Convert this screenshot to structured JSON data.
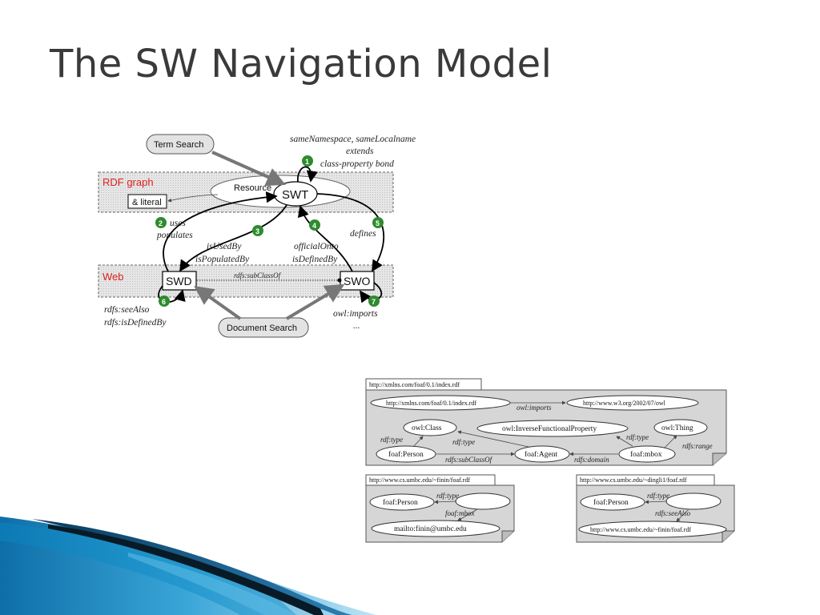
{
  "slide": {
    "title": "The SW Navigation Model"
  },
  "nav_model": {
    "term_search": "Term Search",
    "document_search": "Document Search",
    "rdf_graph_label": "RDF graph",
    "web_label": "Web",
    "literal_label": "& literal",
    "resource_label": "Resource",
    "swt": "SWT",
    "swd": "SWD",
    "swo": "SWO",
    "subclassof": "rdfs:subClassOf",
    "ellipsis": "...",
    "edges": {
      "e1": {
        "num": "1",
        "lines": [
          "sameNamespace, sameLocalname",
          "extends",
          "class-property bond"
        ]
      },
      "e2": {
        "num": "2",
        "lines": [
          "uses",
          "populates"
        ]
      },
      "e3": {
        "num": "3",
        "lines": [
          "isUsedBy",
          "isPopulatedBy"
        ]
      },
      "e4": {
        "num": "4",
        "lines": [
          "officialOnto",
          "isDefinedBy"
        ]
      },
      "e5": {
        "num": "5",
        "lines": [
          "defines"
        ]
      },
      "e6": {
        "num": "6",
        "lines": [
          "rdfs:seeAlso",
          "rdfs:isDefinedBy"
        ]
      },
      "e7": {
        "num": "7",
        "lines": [
          "owl:imports"
        ]
      }
    }
  },
  "foaf_index": {
    "tab": "http://xmlns.com/foaf/0.1/index.rdf",
    "node_index": "http://xmlns.com/foaf/0.1/index.rdf",
    "node_owl": "http://www.w3.org/2002/07/owl",
    "owl_imports": "owl:imports",
    "owl_class": "owl:Class",
    "owl_ifp": "owl:InverseFunctionalProperty",
    "owl_thing": "owl:Thing",
    "foaf_person": "foaf:Person",
    "foaf_agent": "foaf:Agent",
    "foaf_mbox": "foaf:mbox",
    "rdf_type_a": "rdf:type",
    "rdf_type_b": "rdf:type",
    "rdf_type_c": "rdf:type",
    "subclassof": "rdfs:subClassOf",
    "domain": "rdfs:domain",
    "range": "rdfs:range"
  },
  "finin_doc": {
    "tab": "http://www.cs.umbc.edu/~finin/foaf.rdf",
    "foaf_person": "foaf:Person",
    "rdf_type": "rdf:type",
    "foaf_mbox": "foaf:mbox",
    "mailto": "mailto:finin@umbc.edu"
  },
  "dingli_doc": {
    "tab": "http://www.cs.umbc.edu/~dingli1/foaf.rdf",
    "foaf_person": "foaf:Person",
    "rdf_type": "rdf:type",
    "see_also": "rdfs:seeAlso",
    "finin_url": "http://www.cs.umbc.edu/~finin/foaf.rdf"
  },
  "colors": {
    "badge_green": "#2e8b2e",
    "band_gray": "#dedede",
    "red_label": "#e02020",
    "accent_blue": "#1f7fb8",
    "dark_stripe": "#0d1f2c"
  }
}
